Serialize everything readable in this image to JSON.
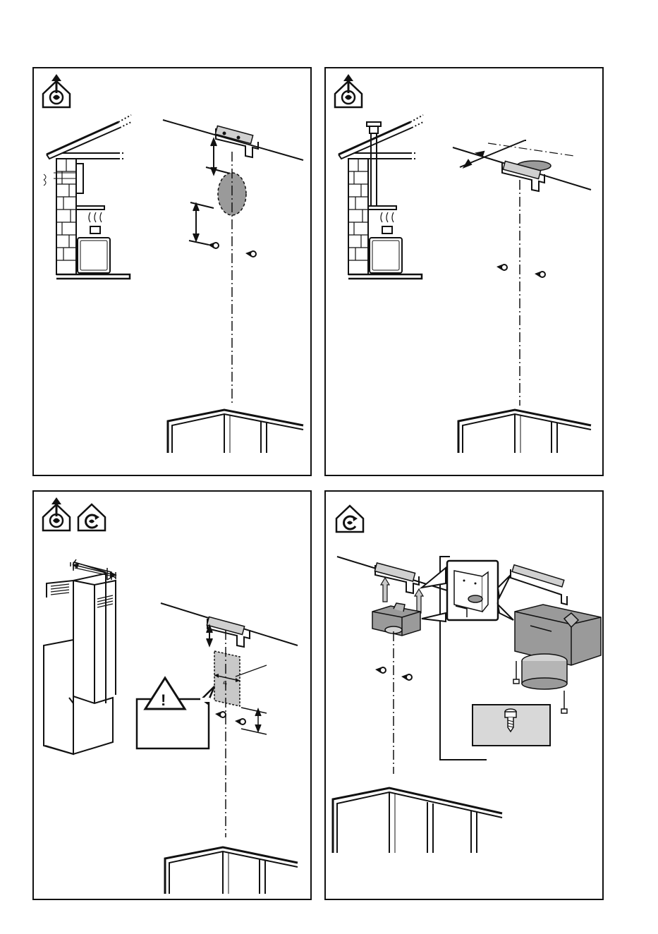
{
  "page": {
    "panels": [
      {
        "id": "p1",
        "mode_icons": [
          "ducted-mode-icon"
        ]
      },
      {
        "id": "p2",
        "mode_icons": [
          "ducted-mode-icon"
        ]
      },
      {
        "id": "p3",
        "mode_icons": [
          "ducted-mode-icon",
          "recirculation-mode-icon"
        ]
      },
      {
        "id": "p4",
        "mode_icons": [
          "recirculation-mode-icon"
        ]
      }
    ],
    "warning_symbol": "!",
    "electric_symbol": "ϟ"
  },
  "colors": {
    "line": "#111111",
    "fill_gray": "#9a9a9a",
    "light_gray": "#d4d4d4",
    "mid_gray": "#b5b5b5",
    "arrow_gray": "#c8c8c8"
  }
}
